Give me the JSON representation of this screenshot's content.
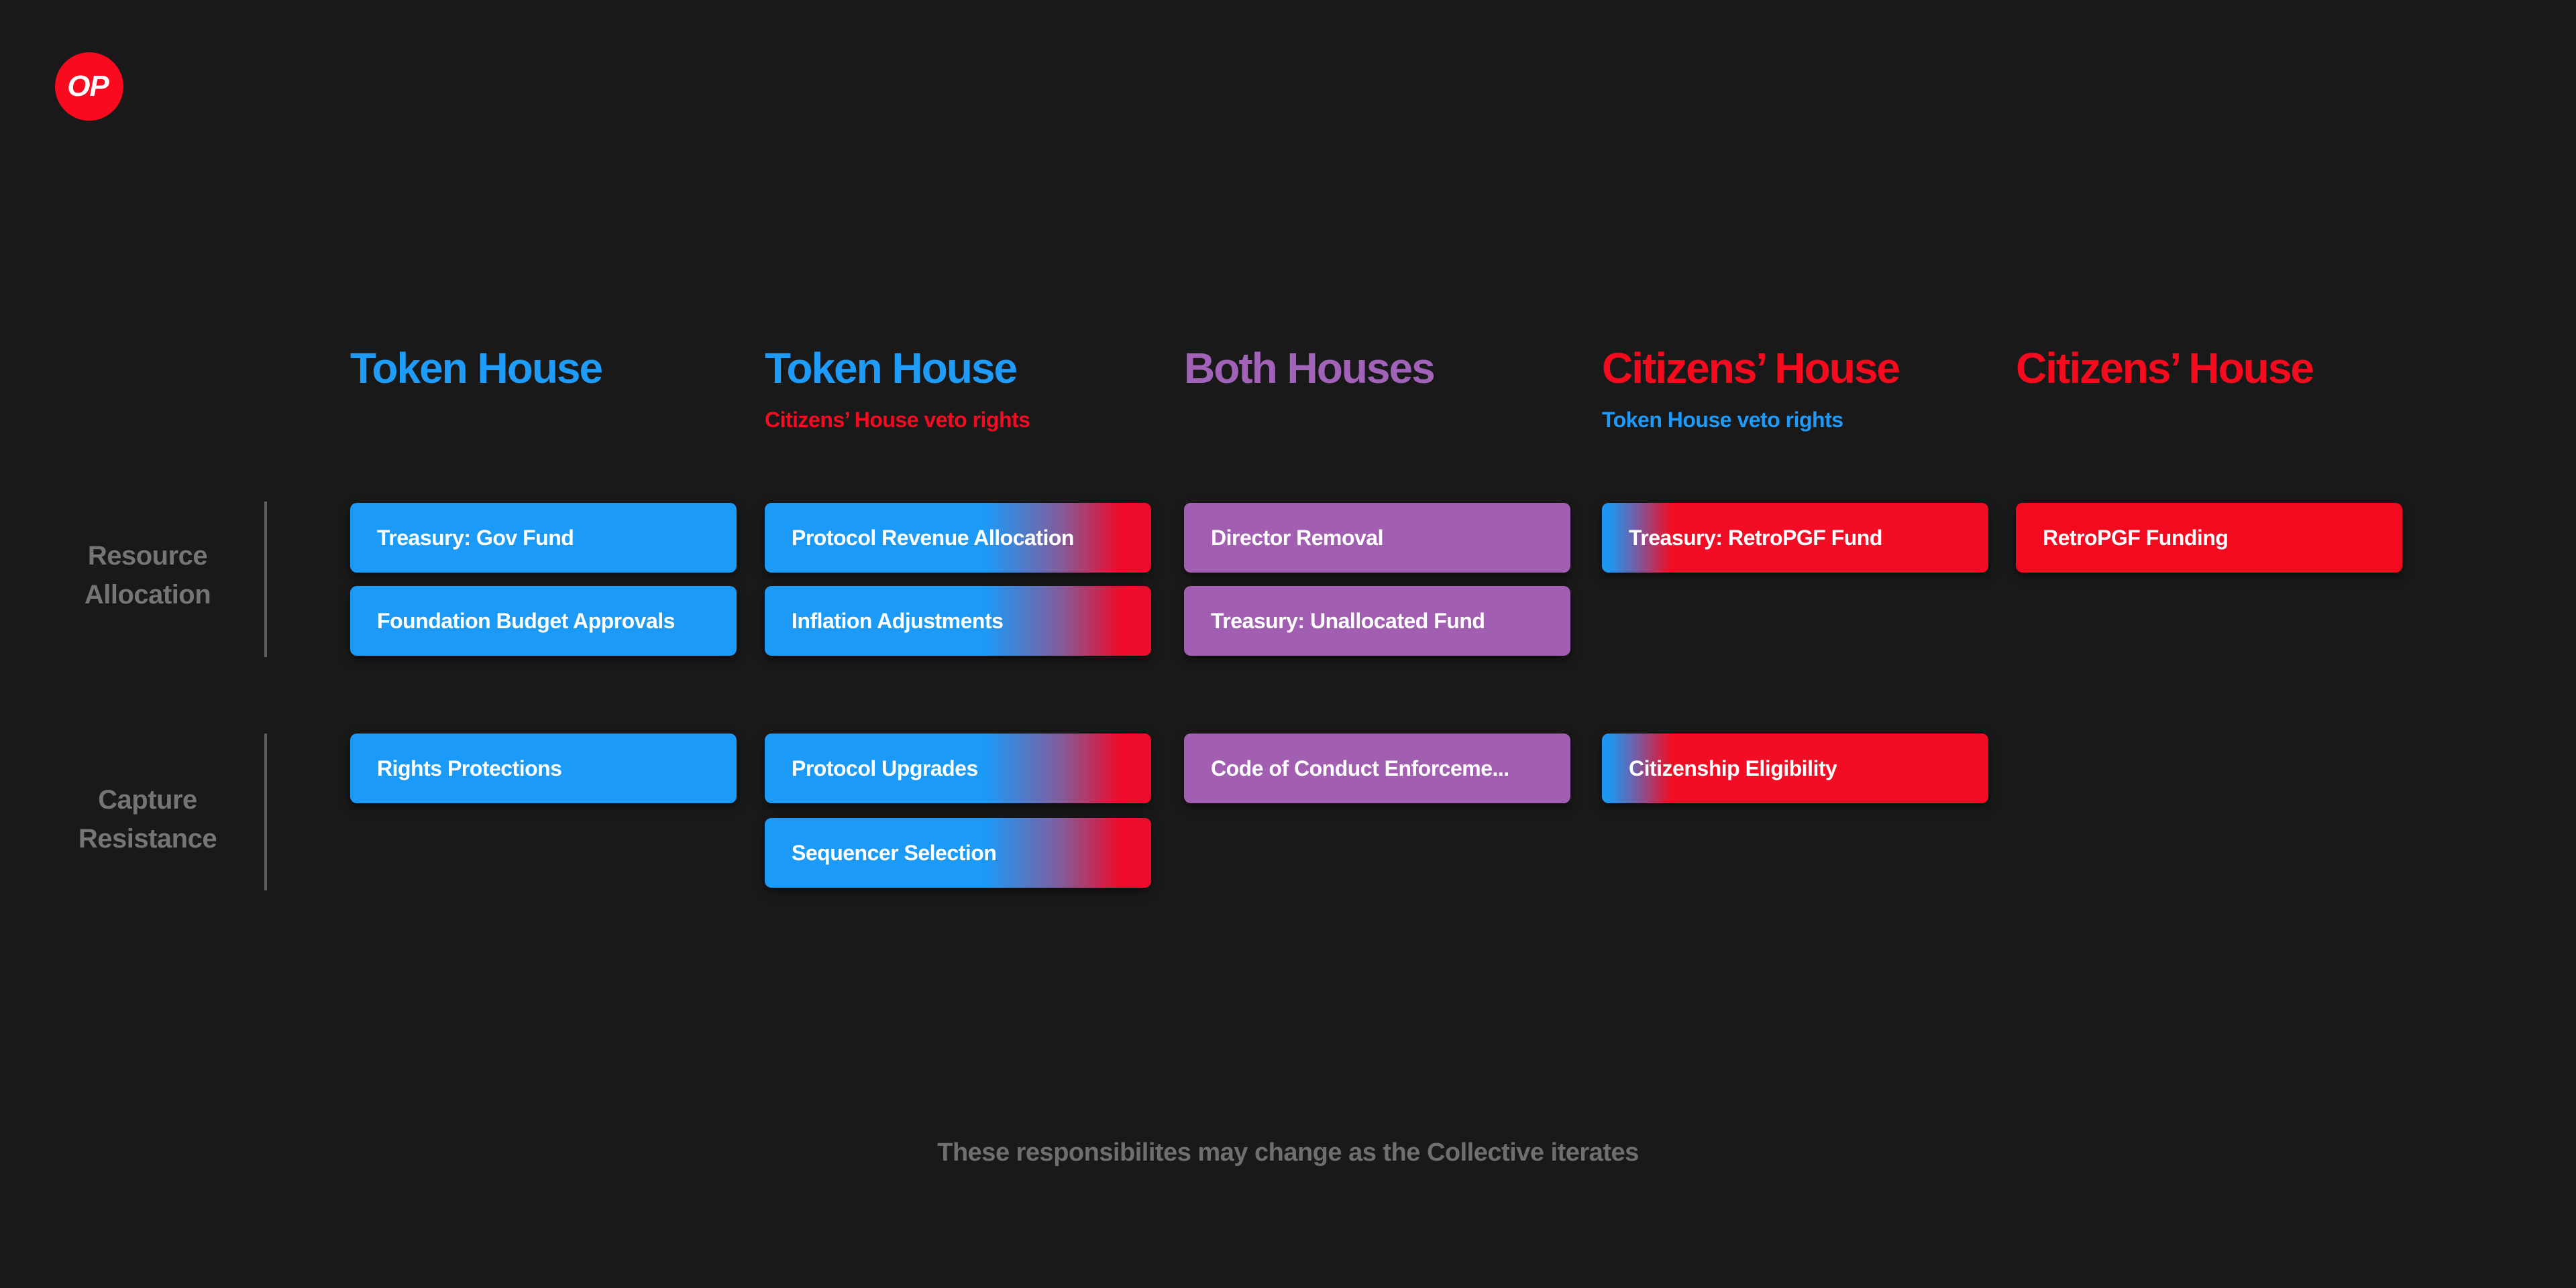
{
  "logo": {
    "label": "OP"
  },
  "colors": {
    "background": "#191919",
    "pill_blue": "#1b9af7",
    "pill_purple": "#a25fb2",
    "pill_red": "#f40a1e",
    "header_blue": "#1f9bfa",
    "header_purple": "#a163b8",
    "header_red": "#f50a1e",
    "label_gray": "#757575"
  },
  "row_labels": [
    {
      "line1": "Resource",
      "line2": "Allocation"
    },
    {
      "line1": "Capture",
      "line2": "Resistance"
    }
  ],
  "columns": [
    {
      "title": "Token House",
      "subtitle": "",
      "resource_allocation": [
        "Treasury: Gov Fund",
        "Foundation Budget Approvals"
      ],
      "capture_resistance": [
        "Rights Protections"
      ]
    },
    {
      "title": "Token House",
      "subtitle": "Citizens’ House veto rights",
      "resource_allocation": [
        "Protocol Revenue Allocation",
        "Inflation Adjustments"
      ],
      "capture_resistance": [
        "Protocol Upgrades",
        "Sequencer Selection"
      ]
    },
    {
      "title": "Both Houses",
      "subtitle": "",
      "resource_allocation": [
        "Director Removal",
        "Treasury: Unallocated Fund"
      ],
      "capture_resistance": [
        "Code of Conduct Enforceme..."
      ]
    },
    {
      "title": "Citizens’ House",
      "subtitle": "Token House veto rights",
      "resource_allocation": [
        "Treasury: RetroPGF Fund"
      ],
      "capture_resistance": [
        "Citizenship Eligibility"
      ]
    },
    {
      "title": "Citizens’ House",
      "subtitle": "",
      "resource_allocation": [
        "RetroPGF Funding"
      ],
      "capture_resistance": []
    }
  ],
  "footer": {
    "note": "These responsibilites may change as the Collective iterates"
  }
}
